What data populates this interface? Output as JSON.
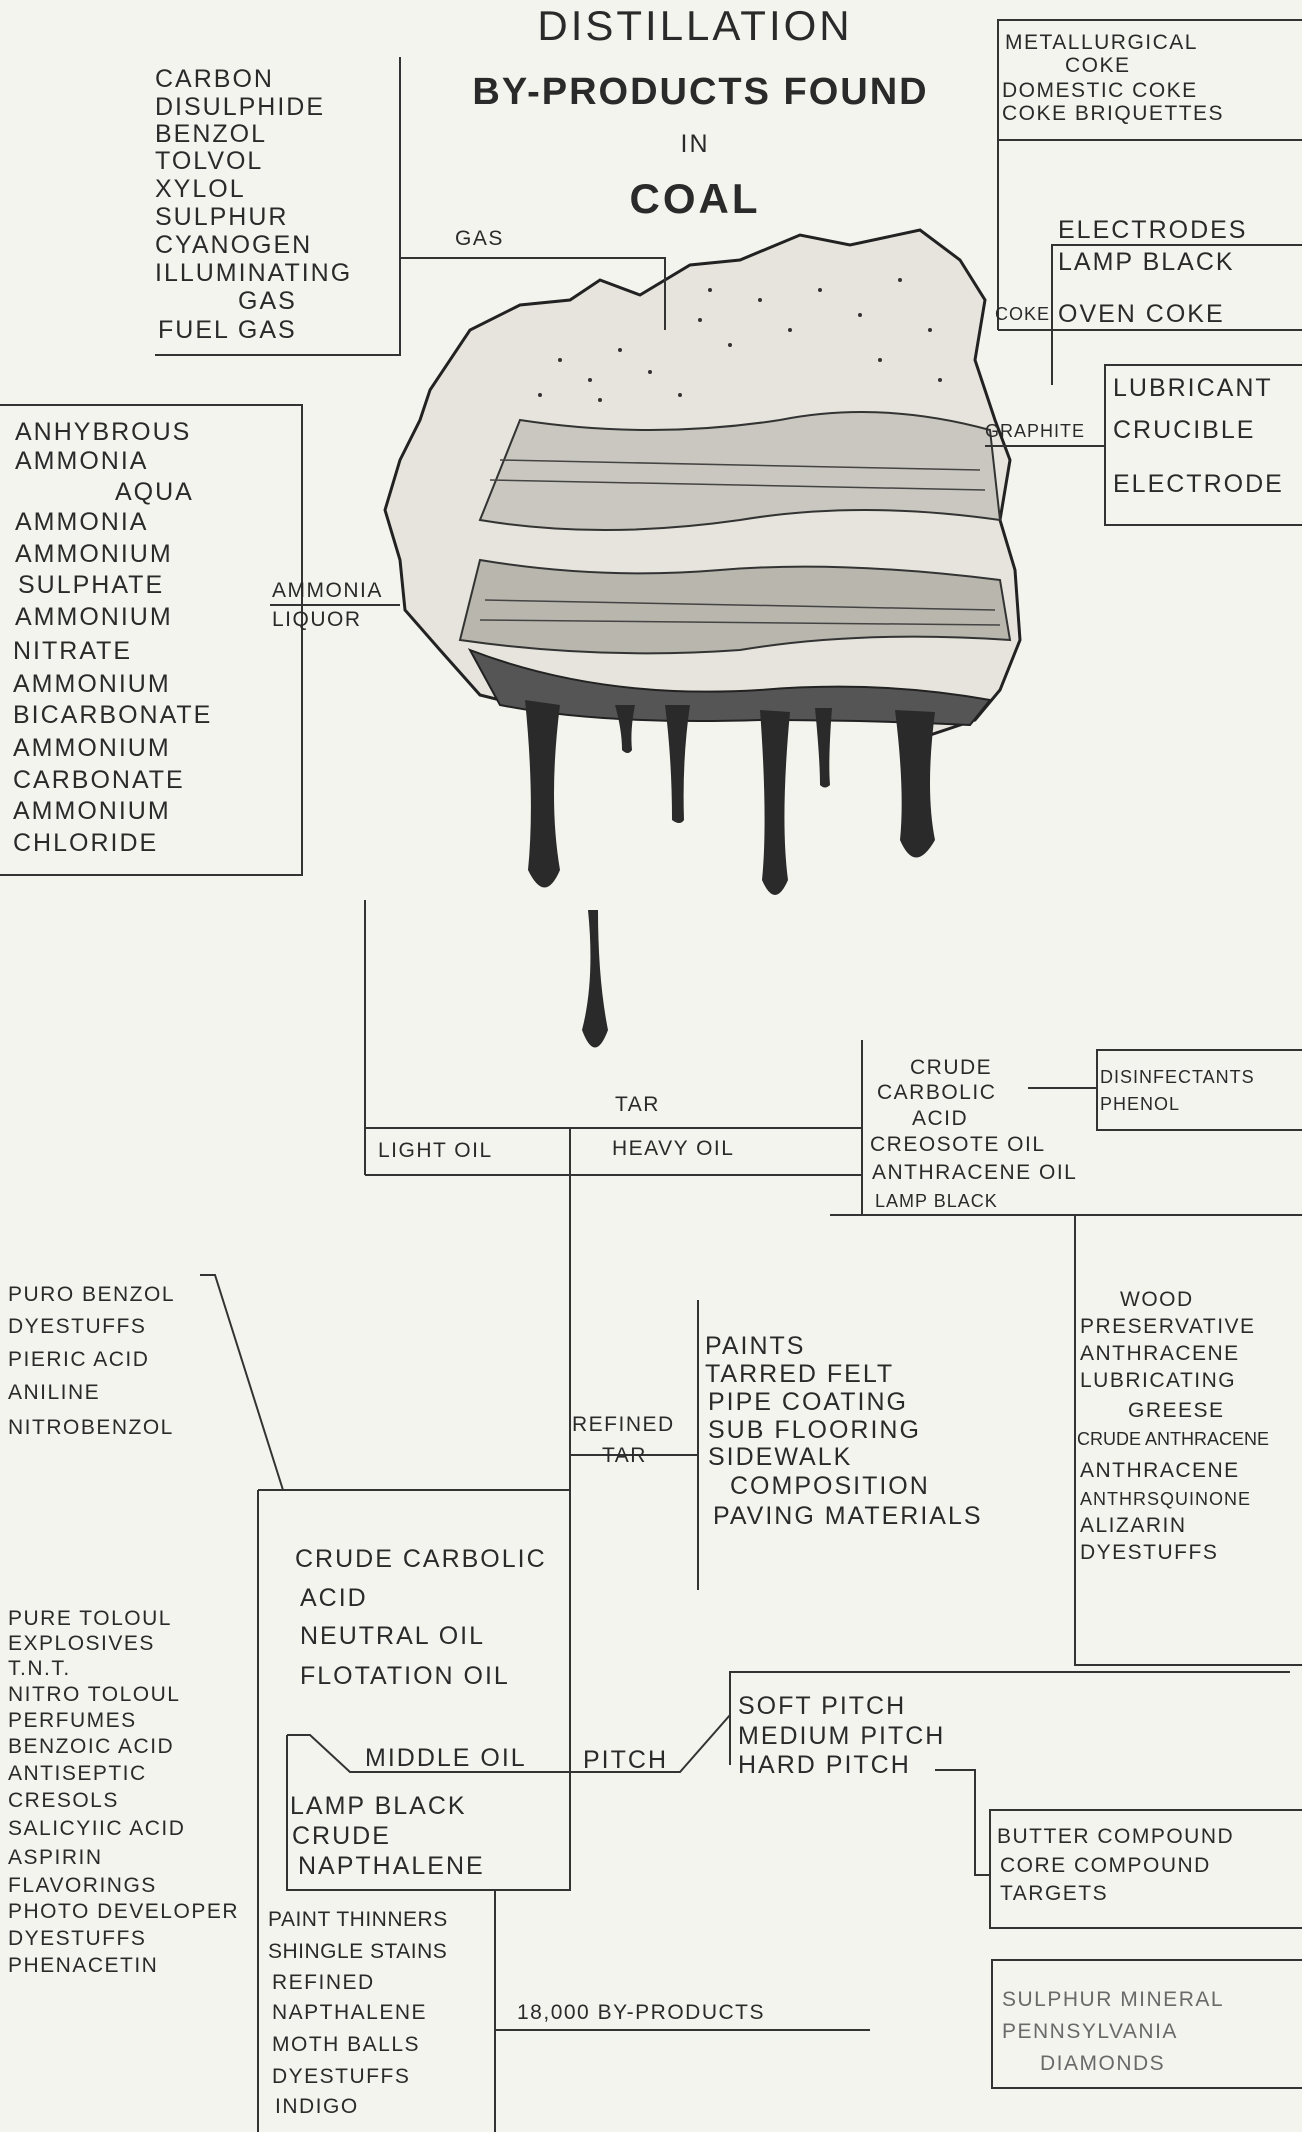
{
  "title": {
    "line1": "DISTILLATION",
    "line2": "BY-PRODUCTS FOUND",
    "line3": "IN",
    "line4": "COAL"
  },
  "gas": {
    "label": "GAS",
    "items": [
      "CARBON",
      "DISULPHIDE",
      "BENZOL",
      "TOLVOL",
      "XYLOL",
      "SULPHUR",
      "CYANOGEN",
      "ILLUMINATING",
      "GAS",
      "FUEL GAS"
    ]
  },
  "ammonia": {
    "label_line1": "AMMONIA",
    "label_line2": "LIQUOR",
    "items": [
      "ANHYBROUS",
      "AMMONIA",
      "AQUA",
      "AMMONIA",
      "AMMONIUM",
      "SULPHATE",
      "AMMONIUM",
      "NITRATE",
      "AMMONIUM",
      "BICARBONATE",
      "AMMONIUM",
      "CARBONATE",
      "AMMONIUM",
      "CHLORIDE"
    ]
  },
  "coke": {
    "label": "COKE",
    "top_items": [
      "METALLURGICAL",
      "COKE",
      "DOMESTIC COKE",
      "COKE BRIQUETTES"
    ],
    "mid_items": [
      "ELECTRODES",
      "LAMP BLACK"
    ],
    "oven": "OVEN COKE"
  },
  "graphite": {
    "label": "GRAPHITE",
    "items": [
      "LUBRICANT",
      "CRUCIBLE",
      "ELECTRODE"
    ]
  },
  "tar": {
    "label": "TAR",
    "light_oil": "LIGHT OIL",
    "heavy_oil": "HEAVY OIL",
    "heavy_items": [
      "CRUDE",
      "CARBOLIC",
      "ACID",
      "CREOSOTE OIL",
      "ANTHRACENE OIL",
      "LAMP BLACK"
    ],
    "disinfect_items": [
      "DISINFECTANTS",
      "PHENOL"
    ],
    "anthracene_items": [
      "WOOD",
      "PRESERVATIVE",
      "ANTHRACENE",
      "LUBRICATING",
      "GREESE",
      "CRUDE ANTHRACENE",
      "ANTHRACENE",
      "ANTHRSQUINONE",
      "ALIZARIN",
      "DYESTUFFS"
    ]
  },
  "light_oil_items": [
    "PURO BENZOL",
    "DYESTUFFS",
    "PIERIC ACID",
    "ANILINE",
    "NITROBENZOL"
  ],
  "refined_tar": {
    "label_line1": "REFINED",
    "label_line2": "TAR",
    "items": [
      "PAINTS",
      "TARRED FELT",
      "PIPE COATING",
      "SUB FLOORING",
      "SIDEWALK",
      "COMPOSITION",
      "PAVING MATERIALS"
    ]
  },
  "middle": {
    "items": [
      "CRUDE CARBOLIC",
      "ACID",
      "NEUTRAL OIL",
      "FLOTATION OIL"
    ],
    "label": "MIDDLE OIL",
    "lower_items": [
      "LAMP BLACK",
      "CRUDE",
      "NAPTHALENE"
    ]
  },
  "toluol_items": [
    "PURE TOLOUL",
    "EXPLOSIVES",
    "T.N.T.",
    "NITRO TOLOUL",
    "PERFUMES",
    "BENZOIC ACID",
    "ANTISEPTIC",
    "CRESOLS",
    "SALICYIIC ACID",
    "ASPIRIN",
    "FLAVORINGS",
    "PHOTO DEVELOPER",
    "DYESTUFFS",
    "PHENACETIN"
  ],
  "pitch": {
    "label": "PITCH",
    "items": [
      "SOFT PITCH",
      "MEDIUM PITCH",
      "HARD PITCH"
    ],
    "compound_items": [
      "BUTTER COMPOUND",
      "CORE COMPOUND",
      "TARGETS"
    ]
  },
  "napthalene_items": [
    "PAINT THINNERS",
    "SHINGLE STAINS",
    "REFINED",
    "NAPTHALENE",
    "MOTH BALLS",
    "DYESTUFFS",
    "INDIGO"
  ],
  "total": "18,000 BY-PRODUCTS",
  "sulphur_items": [
    "SULPHUR MINERAL",
    "PENNSYLVANIA",
    "DIAMONDS"
  ]
}
